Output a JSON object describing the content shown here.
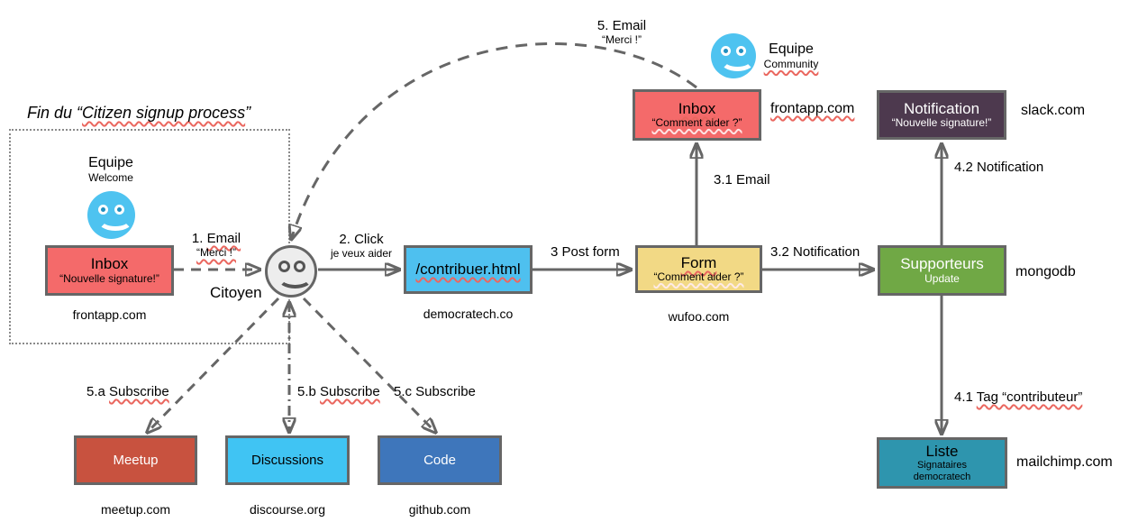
{
  "title": {
    "prefix": "Fin du “",
    "main": "Citizen signup process",
    "suffix": "”"
  },
  "actors": {
    "welcome": {
      "team": "Equipe",
      "name": "Welcome"
    },
    "community": {
      "team": "Equipe",
      "name": "Community"
    },
    "citizen": {
      "label": "Citoyen"
    }
  },
  "nodes": {
    "inbox_welcome": {
      "title": "Inbox",
      "subtitle": "“Nouvelle signature!”",
      "domain": "frontapp.com"
    },
    "contribuer": {
      "title": "/contribuer.html",
      "domain": "democratech.co"
    },
    "form": {
      "title": "Form",
      "subtitle": "“Comment aider ?”",
      "domain": "wufoo.com"
    },
    "inbox_community": {
      "title": "Inbox",
      "subtitle": "“Comment aider ?”",
      "domain": "frontapp.com"
    },
    "notification": {
      "title": "Notification",
      "subtitle": "“Nouvelle signature!”",
      "domain": "slack.com"
    },
    "supporteurs": {
      "title": "Supporteurs",
      "subtitle": "Update",
      "domain": "mongodb"
    },
    "liste": {
      "title": "Liste",
      "subtitle": "Signataires",
      "subtitle2": "democratech",
      "domain": "mailchimp.com"
    },
    "meetup": {
      "title": "Meetup",
      "domain": "meetup.com"
    },
    "discussions": {
      "title": "Discussions",
      "domain": "discourse.org"
    },
    "code": {
      "title": "Code",
      "domain": "github.com"
    }
  },
  "edges": {
    "email1": {
      "prefix": "1. ",
      "word": "Email",
      "quote": "“Merci !”"
    },
    "click2": {
      "line1": "2. Click",
      "line2": "je veux aider"
    },
    "post3": {
      "label": "3 Post form"
    },
    "email31": {
      "label": "3.1 Email"
    },
    "notif32": {
      "label": "3.2 Notification"
    },
    "notif42": {
      "label": "4.2 Notification"
    },
    "tag41": {
      "prefix": "4.1 ",
      "word": "Tag “contributeur”"
    },
    "email5": {
      "line1": "5. Email",
      "line2": "“Merci !”"
    },
    "sub5a": {
      "prefix": "5.a ",
      "word": "Subscribe"
    },
    "sub5b": {
      "prefix": "5.b ",
      "word": "Subscribe"
    },
    "sub5c": {
      "label": "5.c Subscribe"
    }
  },
  "colors": {
    "inbox_red": "#f46a6a",
    "contribuer_blue": "#4ec0ef",
    "form_yellow": "#f2d985",
    "notification_purple": "#4d394e",
    "supporteurs_green": "#70a845",
    "liste_teal": "#2e95ae",
    "meetup_red": "#c8523f",
    "discussions_cyan": "#40c4f3",
    "code_blue": "#3e76bb",
    "smiley_blue": "#4ec3f0",
    "arrow_gray": "#666666",
    "squiggle_red": "#ea675f"
  }
}
